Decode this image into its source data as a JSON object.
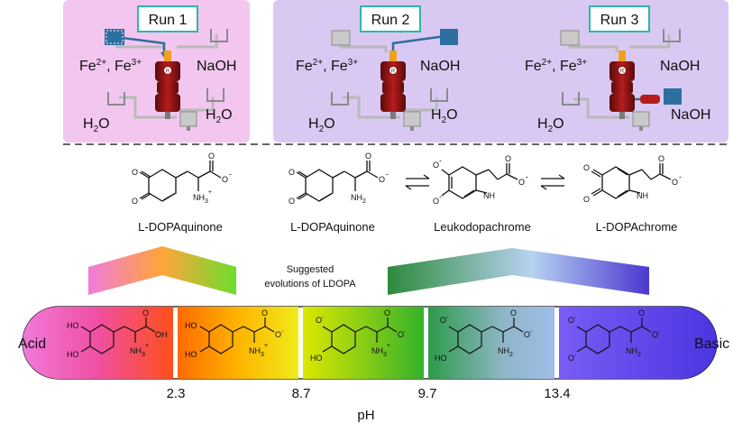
{
  "runs": [
    {
      "label": "Run 1",
      "metals": "Fe2+, Fe3+",
      "base": "NaOH",
      "water1": "H2O",
      "water2": "H2O"
    },
    {
      "label": "Run 2",
      "metals": "Fe2+, Fe3+",
      "base": "NaOH",
      "water1": "H2O",
      "water2": "H2O"
    },
    {
      "label": "Run 3",
      "metals": "Fe2+, Fe3+",
      "base": "NaOH",
      "water1": "H2O",
      "base2": "NaOH"
    }
  ],
  "molecules": {
    "left_name": "L-DOPAquinone",
    "center_names": [
      "L-DOPAquinone",
      "Leukodopachrome",
      "L-DOPAchrome"
    ]
  },
  "middle_text": [
    "Suggested",
    "evolutions of LDOPA"
  ],
  "ph_scale": {
    "left_label": "Acid",
    "right_label": "Basic",
    "axis_label": "pH",
    "breakpoints": [
      "2.3",
      "8.7",
      "9.7",
      "13.4"
    ],
    "colors": [
      "#e85cf0",
      "#ff7a00",
      "#d8e000",
      "#2aa03a",
      "#6a3cf0"
    ]
  },
  "atoms": {
    "O": "O",
    "OH": "OH",
    "HO": "HO",
    "NH3": "NH3",
    "NH2": "NH2",
    "NH": "NH",
    "charge_minus": "-",
    "charge_plus": "+"
  },
  "colors": {
    "run1_bg": "#f3c6ef",
    "runs23_bg": "#d9c9f2",
    "reactor": "#9b1a1a",
    "arrow_blue": "#2d6f9f",
    "box_teal": "#2eb7a5"
  }
}
